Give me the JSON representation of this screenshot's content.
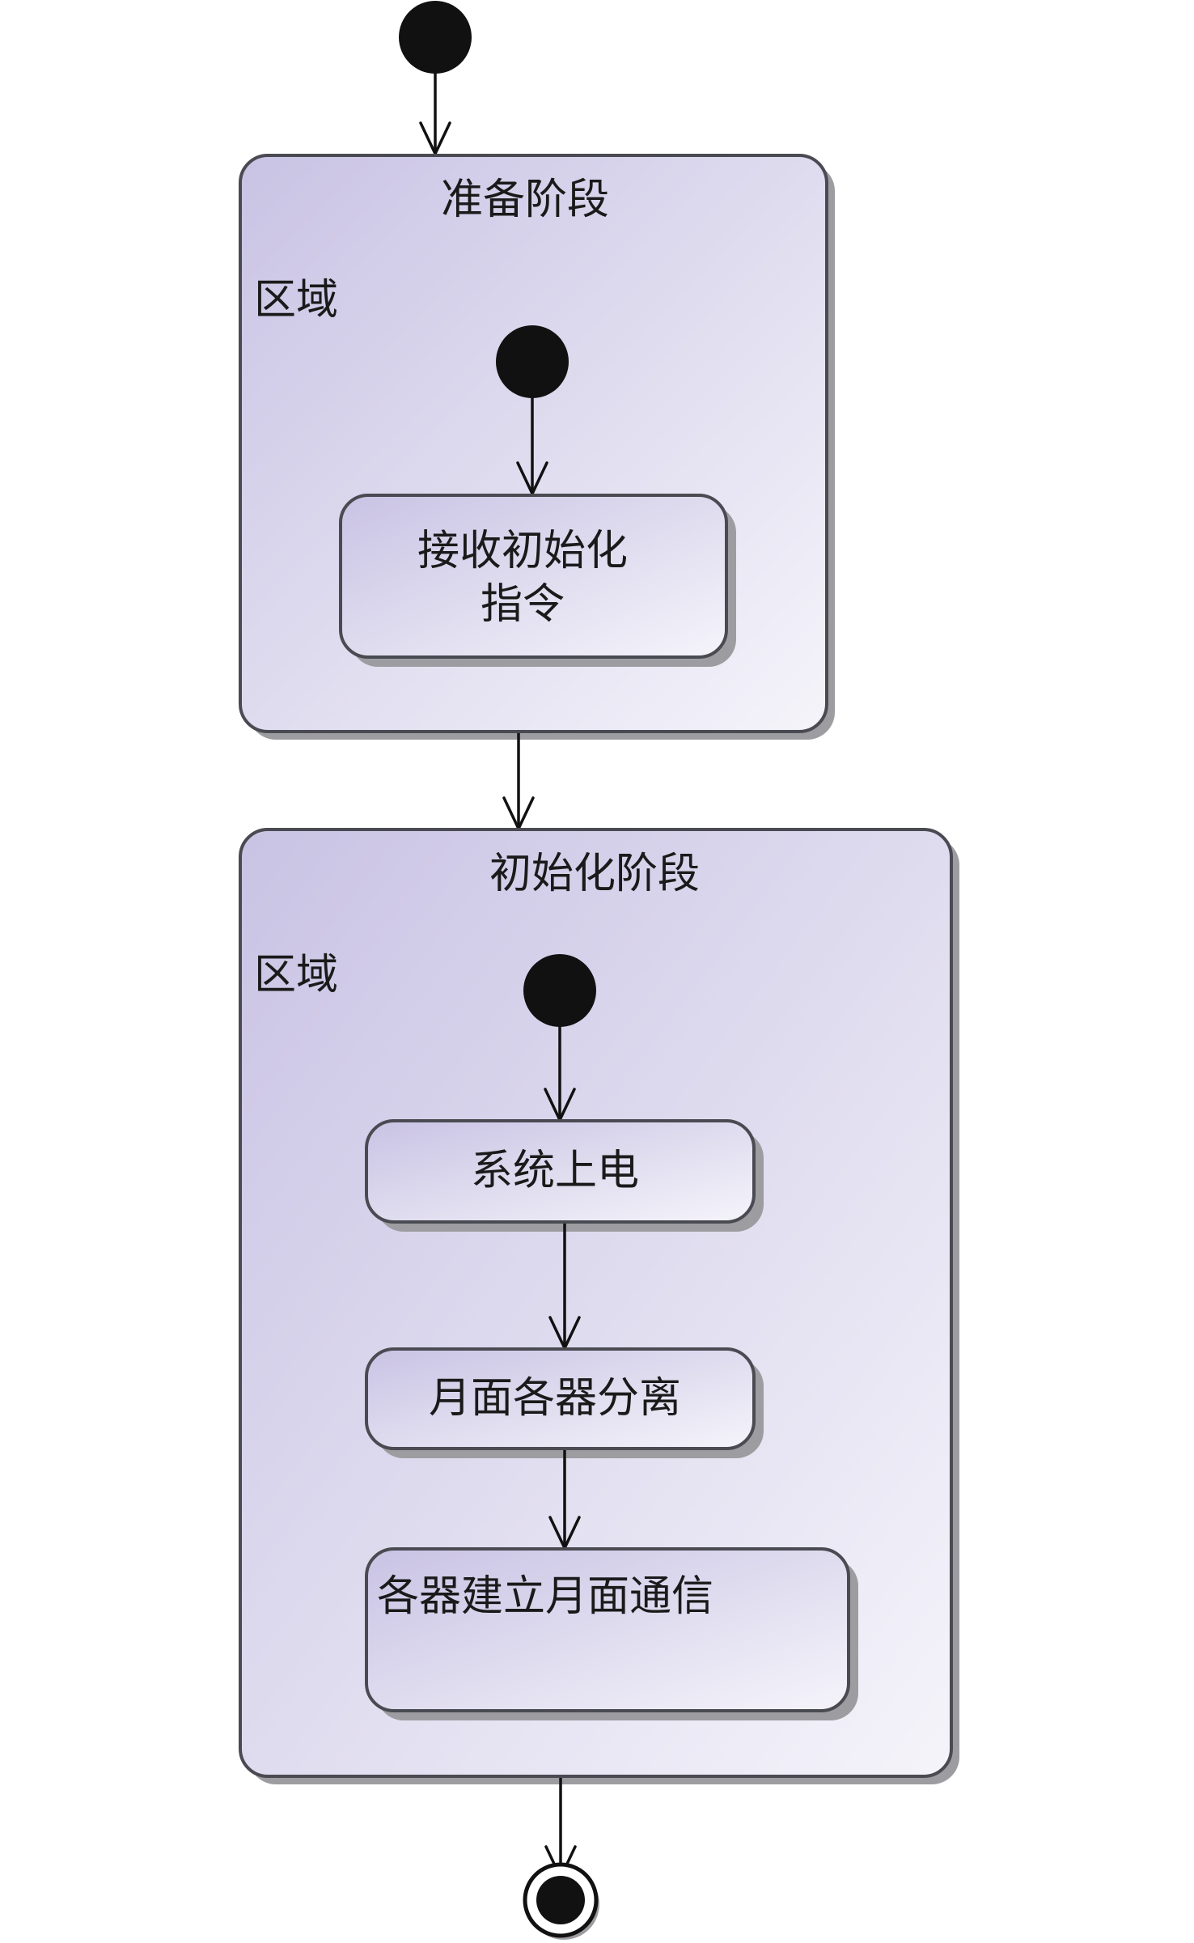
{
  "diagram": {
    "type": "UML state machine",
    "colors": {
      "fill_start": "#c9c3e4",
      "fill_end": "#f5f4fa",
      "border": "#4a4a52",
      "shadow": "#9d9da1",
      "node": "#111111"
    },
    "composite_states": [
      {
        "id": "prep",
        "title": "准备阶段",
        "region_label": "区域",
        "states": [
          {
            "id": "recv",
            "lines": [
              "接收初始化",
              "指令"
            ]
          }
        ]
      },
      {
        "id": "init",
        "title": "初始化阶段",
        "region_label": "区域",
        "states": [
          {
            "id": "power",
            "lines": [
              "系统上电"
            ]
          },
          {
            "id": "separate",
            "lines": [
              "月面各器分离"
            ]
          },
          {
            "id": "comm",
            "lines": [
              "各器建立月面通信"
            ]
          }
        ]
      }
    ],
    "transitions": [
      {
        "from": "initial",
        "to": "prep"
      },
      {
        "from": "prep.initial",
        "to": "recv"
      },
      {
        "from": "prep",
        "to": "init"
      },
      {
        "from": "init.initial",
        "to": "power"
      },
      {
        "from": "power",
        "to": "separate"
      },
      {
        "from": "separate",
        "to": "comm"
      },
      {
        "from": "init",
        "to": "final"
      }
    ]
  }
}
